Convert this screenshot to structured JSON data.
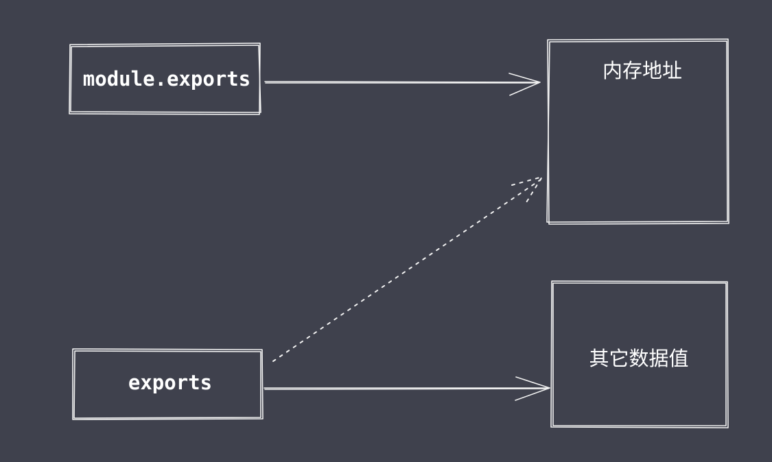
{
  "diagram": {
    "nodes": {
      "module_exports": {
        "label": "module.exports"
      },
      "exports": {
        "label": "exports"
      },
      "memory_address": {
        "label": "内存地址"
      },
      "other_data": {
        "label": "其它数据值"
      }
    },
    "edges": [
      {
        "from": "module.exports",
        "to": "内存地址",
        "style": "solid"
      },
      {
        "from": "exports",
        "to": "内存地址",
        "style": "dashed"
      },
      {
        "from": "exports",
        "to": "其它数据值",
        "style": "solid"
      }
    ],
    "colors": {
      "background": "#3f414d",
      "stroke": "#f2f2f2",
      "text": "#ffffff"
    }
  }
}
